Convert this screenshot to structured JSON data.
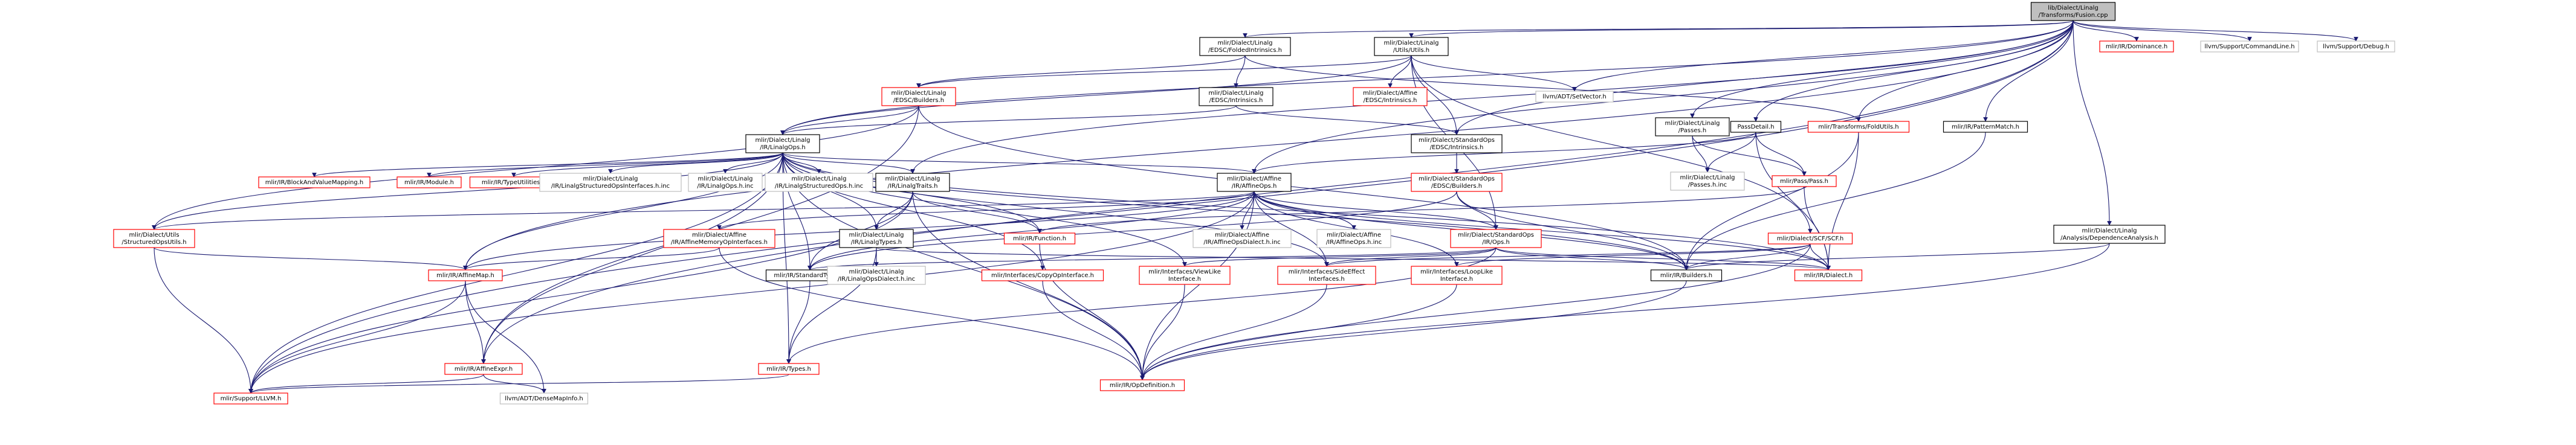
{
  "diagram": {
    "title": "lib/Dialect/Linalg/Transforms/Fusion.cpp",
    "colors": {
      "root_fill": "#bfbfbf",
      "node_fill": "#ffffff",
      "node_border_default": "#000000",
      "node_border_expandable": "#ff0000",
      "text_default": "#000000",
      "text_linked": "#ff0000",
      "edge": "#191970"
    },
    "nodes": [
      {
        "id": "root",
        "lines": [
          "lib/Dialect/Linalg",
          "/Transforms/Fusion.cpp"
        ],
        "style": "root"
      },
      {
        "id": "folded_intrinsics",
        "lines": [
          "mlir/Dialect/Linalg",
          "/EDSC/FoldedIntrinsics.h"
        ],
        "style": "default"
      },
      {
        "id": "utils_h",
        "lines": [
          "mlir/Dialect/Linalg",
          "/Utils/Utils.h"
        ],
        "style": "default"
      },
      {
        "id": "dominance",
        "lines": [
          "mlir/IR/Dominance.h"
        ],
        "style": "red"
      },
      {
        "id": "commandline",
        "lines": [
          "llvm/Support/CommandLine.h"
        ],
        "style": "plain"
      },
      {
        "id": "debug",
        "lines": [
          "llvm/Support/Debug.h"
        ],
        "style": "plain"
      },
      {
        "id": "edsc_builders",
        "lines": [
          "mlir/Dialect/Linalg",
          "/EDSC/Builders.h"
        ],
        "style": "red"
      },
      {
        "id": "edsc_intrinsics",
        "lines": [
          "mlir/Dialect/Linalg",
          "/EDSC/Intrinsics.h"
        ],
        "style": "default"
      },
      {
        "id": "affine_edsc_intrinsics",
        "lines": [
          "mlir/Dialect/Affine",
          "/EDSC/Intrinsics.h"
        ],
        "style": "red"
      },
      {
        "id": "setvector",
        "lines": [
          "llvm/ADT/SetVector.h"
        ],
        "style": "plain"
      },
      {
        "id": "linalg_passes",
        "lines": [
          "mlir/Dialect/Linalg",
          "/Passes.h"
        ],
        "style": "default"
      },
      {
        "id": "pass_detail",
        "lines": [
          "PassDetail.h"
        ],
        "style": "default"
      },
      {
        "id": "fold_utils",
        "lines": [
          "mlir/Transforms/FoldUtils.h"
        ],
        "style": "red"
      },
      {
        "id": "pattern_match",
        "lines": [
          "mlir/IR/PatternMatch.h"
        ],
        "style": "default"
      },
      {
        "id": "linalg_ops",
        "lines": [
          "mlir/Dialect/Linalg",
          "/IR/LinalgOps.h"
        ],
        "style": "default"
      },
      {
        "id": "std_edsc_intrinsics",
        "lines": [
          "mlir/Dialect/StandardOps",
          "/EDSC/Intrinsics.h"
        ],
        "style": "default"
      },
      {
        "id": "passes_h_inc",
        "lines": [
          "mlir/Dialect/Linalg",
          "/Passes.h.inc"
        ],
        "style": "plain"
      },
      {
        "id": "pass_h",
        "lines": [
          "mlir/Pass/Pass.h"
        ],
        "style": "red"
      },
      {
        "id": "block_value_mapping",
        "lines": [
          "mlir/IR/BlockAndValueMapping.h"
        ],
        "style": "red"
      },
      {
        "id": "module_h",
        "lines": [
          "mlir/IR/Module.h"
        ],
        "style": "red"
      },
      {
        "id": "type_utilities",
        "lines": [
          "mlir/IR/TypeUtilities.h"
        ],
        "style": "red"
      },
      {
        "id": "structured_ops_interfaces_inc",
        "lines": [
          "mlir/Dialect/Linalg",
          "/IR/LinalgStructuredOpsInterfaces.h.inc"
        ],
        "style": "plain"
      },
      {
        "id": "linalg_ops_h_inc",
        "lines": [
          "mlir/Dialect/Linalg",
          "/IR/LinalgOps.h.inc"
        ],
        "style": "plain"
      },
      {
        "id": "structured_ops_h_inc",
        "lines": [
          "mlir/Dialect/Linalg",
          "/IR/LinalgStructuredOps.h.inc"
        ],
        "style": "plain"
      },
      {
        "id": "linalg_traits",
        "lines": [
          "mlir/Dialect/Linalg",
          "/IR/LinalgTraits.h"
        ],
        "style": "default"
      },
      {
        "id": "affine_ops",
        "lines": [
          "mlir/Dialect/Affine",
          "/IR/AffineOps.h"
        ],
        "style": "default"
      },
      {
        "id": "std_edsc_builders",
        "lines": [
          "mlir/Dialect/StandardOps",
          "/EDSC/Builders.h"
        ],
        "style": "red"
      },
      {
        "id": "dep_analysis",
        "lines": [
          "mlir/Dialect/Linalg",
          "/Analysis/DependenceAnalysis.h"
        ],
        "style": "default"
      },
      {
        "id": "structured_ops_utils",
        "lines": [
          "mlir/Dialect/Utils",
          "/StructuredOpsUtils.h"
        ],
        "style": "red"
      },
      {
        "id": "affine_memory_op_interfaces",
        "lines": [
          "mlir/Dialect/Affine",
          "/IR/AffineMemoryOpInterfaces.h"
        ],
        "style": "red"
      },
      {
        "id": "linalg_types",
        "lines": [
          "mlir/Dialect/Linalg",
          "/IR/LinalgTypes.h"
        ],
        "style": "default"
      },
      {
        "id": "function_h",
        "lines": [
          "mlir/IR/Function.h"
        ],
        "style": "red"
      },
      {
        "id": "affine_ops_dialect_inc",
        "lines": [
          "mlir/Dialect/Affine",
          "/IR/AffineOpsDialect.h.inc"
        ],
        "style": "plain"
      },
      {
        "id": "affine_ops_h_inc",
        "lines": [
          "mlir/Dialect/Affine",
          "/IR/AffineOps.h.inc"
        ],
        "style": "plain"
      },
      {
        "id": "std_ops_ops",
        "lines": [
          "mlir/Dialect/StandardOps",
          "/IR/Ops.h"
        ],
        "style": "red"
      },
      {
        "id": "scf_h",
        "lines": [
          "mlir/Dialect/SCF/SCF.h"
        ],
        "style": "red"
      },
      {
        "id": "affine_map",
        "lines": [
          "mlir/IR/AffineMap.h"
        ],
        "style": "red"
      },
      {
        "id": "standard_types",
        "lines": [
          "mlir/IR/StandardTypes.h"
        ],
        "style": "default"
      },
      {
        "id": "linalg_ops_dialect_inc",
        "lines": [
          "mlir/Dialect/Linalg",
          "/IR/LinalgOpsDialect.h.inc"
        ],
        "style": "plain"
      },
      {
        "id": "copy_op_interface",
        "lines": [
          "mlir/Interfaces/CopyOpInterface.h"
        ],
        "style": "red"
      },
      {
        "id": "view_like_interface",
        "lines": [
          "mlir/Interfaces/ViewLike",
          "Interface.h"
        ],
        "style": "red"
      },
      {
        "id": "side_effect_interfaces",
        "lines": [
          "mlir/Interfaces/SideEffect",
          "Interfaces.h"
        ],
        "style": "red"
      },
      {
        "id": "loop_like_interface",
        "lines": [
          "mlir/Interfaces/LoopLike",
          "Interface.h"
        ],
        "style": "red"
      },
      {
        "id": "ir_builders",
        "lines": [
          "mlir/IR/Builders.h"
        ],
        "style": "default"
      },
      {
        "id": "ir_dialect",
        "lines": [
          "mlir/IR/Dialect.h"
        ],
        "style": "red"
      },
      {
        "id": "affine_expr",
        "lines": [
          "mlir/IR/AffineExpr.h"
        ],
        "style": "red"
      },
      {
        "id": "ir_types",
        "lines": [
          "mlir/IR/Types.h"
        ],
        "style": "red"
      },
      {
        "id": "op_definition",
        "lines": [
          "mlir/IR/OpDefinition.h"
        ],
        "style": "red"
      },
      {
        "id": "support_llvm",
        "lines": [
          "mlir/Support/LLVM.h"
        ],
        "style": "red"
      },
      {
        "id": "dense_map_info",
        "lines": [
          "llvm/ADT/DenseMapInfo.h"
        ],
        "style": "plain"
      }
    ]
  }
}
